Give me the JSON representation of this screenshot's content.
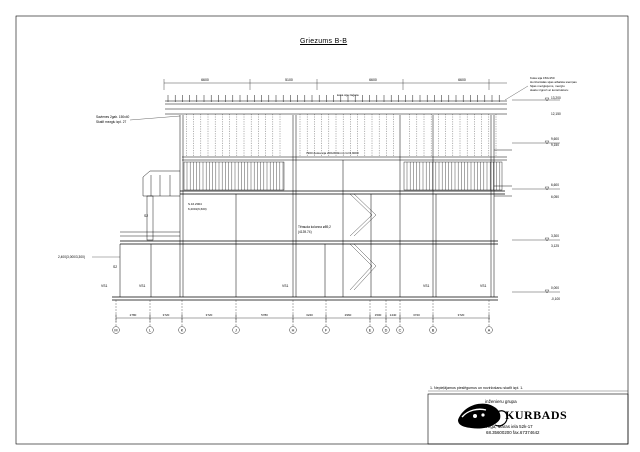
{
  "title": "Griezums B-B",
  "top_dimensions": [
    "6600",
    "5100",
    "6600",
    "6600"
  ],
  "bottom_dimensions": [
    "2780",
    "3720",
    "3720",
    "5780",
    "3240",
    "2960",
    "1500",
    "1440",
    "3720",
    "3720"
  ],
  "grid_axes": [
    "M",
    "L",
    "K",
    "J",
    "H",
    "F",
    "E",
    "D",
    "C",
    "B",
    "A"
  ],
  "level_marks": [
    {
      "value": "13,200",
      "label": "13,200"
    },
    {
      "value": "9,600",
      "label": "9,600"
    },
    {
      "value": "6,600",
      "label": "6,600"
    },
    {
      "value": "3,300",
      "label": "3,300"
    },
    {
      "value": "0,000",
      "label": "0,000"
    }
  ],
  "level_sub_marks": [
    "12,150",
    "9,150",
    "6,050",
    "3,125",
    "-0,100"
  ],
  "annotations": {
    "roof_spec": [
      "Koka sija 150x150",
      "Horizontālas sijas atbalsta sieniņas",
      "Sijas mezglojums, mezglu",
      "skaitu izgrozt ar konstruktoru"
    ],
    "purlin_note": "koka sija zāģēta",
    "truss_label": "7900 (koka sija 200x600mm) G=0,9000",
    "left_note_1": "Savienes 2gab. 150x40",
    "left_note_2": "Skatīt mezglu izpl. 27",
    "mid_left_1": "S.16.Z004",
    "mid_left_2": "6,2001(6,600)",
    "column_note_1": "Tērauda kolonna ø89,2",
    "column_note_2": "(4139.74)",
    "left_level_note": "2,400(3,000/3,300)",
    "vs_label": "VS1",
    "wall_label": "S2"
  },
  "footer_note": "1. Nepieļājamos pieslēgumus un noviržošanu skatīt izpl. 1.",
  "title_block": {
    "company": "inženieru grupa",
    "brand": "KURBADS",
    "address": "Rīga, Maras iela 52k-17",
    "phone": "68.35600200   fax.67374642"
  }
}
